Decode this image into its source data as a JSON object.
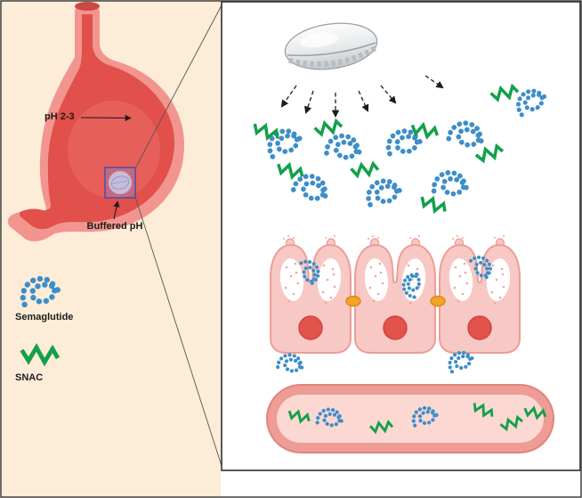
{
  "left_panel": {
    "ph_label": "pH 2-3",
    "buffered_ph_label": "Buffered pH",
    "legend": [
      {
        "id": "semaglutide",
        "label": "Semaglutide",
        "icon": "semaglutide-coil-icon",
        "color": "#3d8ec9"
      },
      {
        "id": "snac",
        "label": "SNAC",
        "icon": "snac-zigzag-icon",
        "color": "#13a04b"
      }
    ],
    "background_color": "#fcecd8"
  },
  "right_panel": {
    "background_color": "#ffffff",
    "border_color": "#2e2e2e"
  },
  "colors": {
    "semaglutide_blue": "#3d8ec9",
    "snac_green": "#13a04b",
    "stomach_wall_pink": "#f2958f",
    "stomach_interior_red": "#e1504a",
    "epithelial_cell_pink": "#f8c8c4",
    "epithelial_cell_outline": "#ee9e98",
    "nucleus_red": "#e2534c",
    "tight_junction_orange": "#f2a42b",
    "vessel_wall_pink": "#ee9c96",
    "vessel_lumen_pink": "#fbd8d2",
    "magnifier_purple": "#8a7cc0",
    "tablet_gray": "#c9cdd2"
  }
}
